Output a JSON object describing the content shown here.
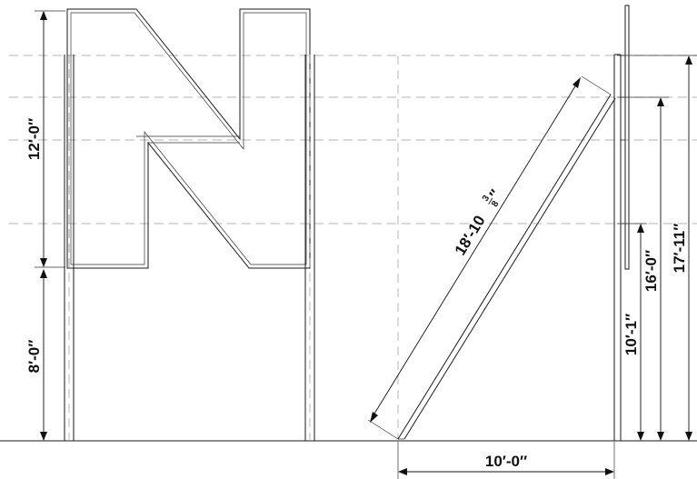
{
  "dimensions": {
    "letter_height": "12′-0″",
    "post_height": "8′-0″",
    "diagonal_brace_main": "18′-10",
    "diagonal_brace_num": "3",
    "diagonal_brace_den": "8",
    "diagonal_brace_inch": "″",
    "brace_attach_height": "10′-1″",
    "upper_attach_height": "16′-0″",
    "overall_height": "17′-11″",
    "base_width": "10′-0″"
  }
}
